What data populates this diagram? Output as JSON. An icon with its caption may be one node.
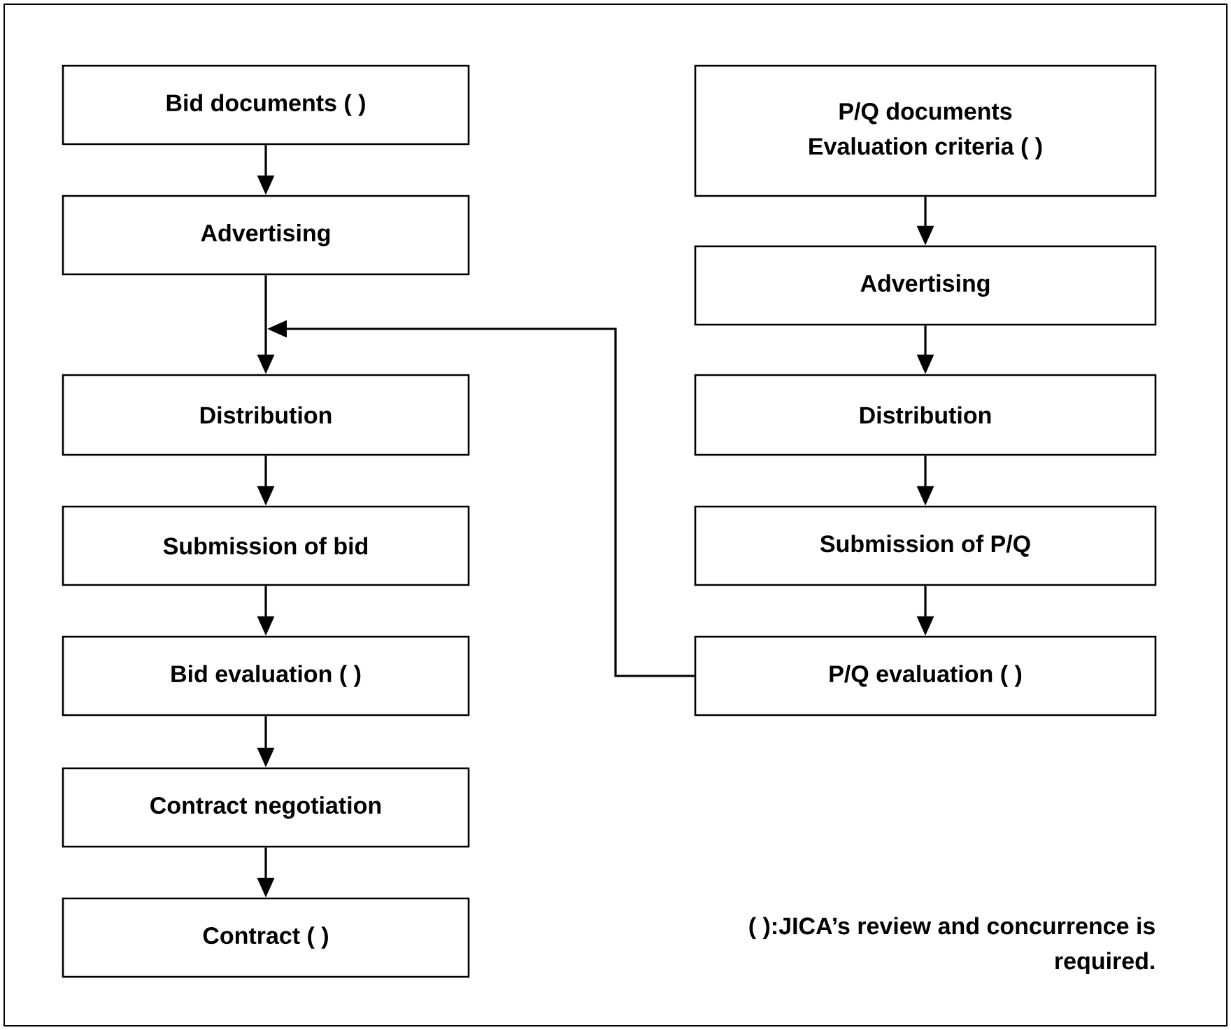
{
  "diagram": {
    "nodes": [
      {
        "text": [
          "Bid documents (  )"
        ]
      },
      {
        "text": [
          "Advertising"
        ]
      },
      {
        "text": [
          "Distribution"
        ]
      },
      {
        "text": [
          "Submission of bid"
        ]
      },
      {
        "text": [
          "Bid evaluation (  )"
        ]
      },
      {
        "text": [
          "Contract negotiation"
        ]
      },
      {
        "text": [
          "Contract (  )"
        ]
      },
      {
        "text": [
          "P/Q documents",
          "Evaluation criteria (  )"
        ]
      },
      {
        "text": [
          "Advertising"
        ]
      },
      {
        "text": [
          "Distribution"
        ]
      },
      {
        "text": [
          "Submission of P/Q"
        ]
      },
      {
        "text": [
          "P/Q evaluation (  )"
        ]
      }
    ],
    "edges": [
      {
        "from": 0,
        "to": 1,
        "arrow": "to"
      },
      {
        "from": 1,
        "to": 2,
        "arrow": "to"
      },
      {
        "from": 2,
        "to": 3,
        "arrow": "to"
      },
      {
        "from": 3,
        "to": 4,
        "arrow": "to"
      },
      {
        "from": 4,
        "to": 5,
        "arrow": "to"
      },
      {
        "from": 5,
        "to": 6,
        "arrow": "to"
      },
      {
        "from": 7,
        "to": 8,
        "arrow": "to"
      },
      {
        "from": 8,
        "to": 9,
        "arrow": "to"
      },
      {
        "from": 9,
        "to": 10,
        "arrow": "to"
      },
      {
        "from": 10,
        "to": 11,
        "arrow": "to"
      },
      {
        "from": 11,
        "to": 2,
        "arrow": "to"
      }
    ],
    "labels": [
      "(  ):JICA’s review and concurrence is required."
    ]
  }
}
